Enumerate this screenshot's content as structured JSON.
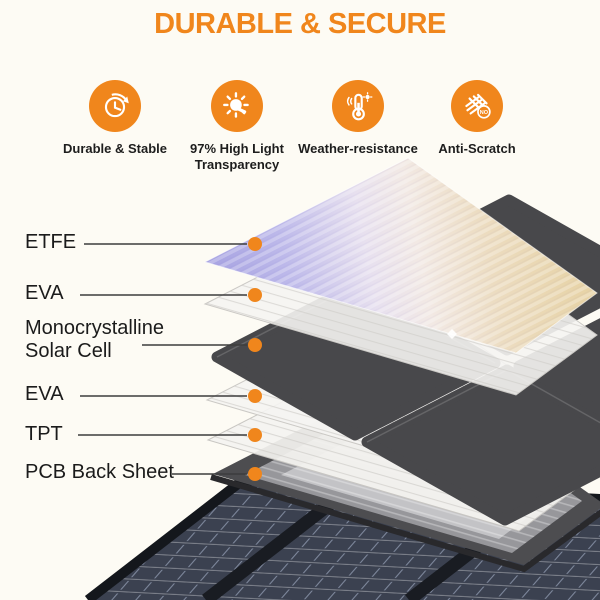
{
  "title": "DURABLE & SECURE",
  "colors": {
    "accent_orange": "#F0861C",
    "background": "#FDFBF4",
    "cell_dark": "#48484B",
    "panel_dark": "#3B4150",
    "etfe_gradient": [
      "#A39FE0",
      "#E7E0EF",
      "#E6D1A0"
    ]
  },
  "features": [
    {
      "label": "Durable & Stable",
      "icon": "clock-durability-icon"
    },
    {
      "label": "97% High Light Transparency",
      "icon": "sun-transparency-icon"
    },
    {
      "label": "Weather-resistance",
      "icon": "thermometer-weather-icon"
    },
    {
      "label": "Anti-Scratch",
      "icon": "anti-scratch-icon",
      "badge": "NO"
    }
  ],
  "layers": [
    {
      "label": "ETFE"
    },
    {
      "label": "EVA"
    },
    {
      "label": "Monocrystalline Solar Cell",
      "line1": "Monocrystalline",
      "line2": "Solar Cell"
    },
    {
      "label": "EVA"
    },
    {
      "label": "TPT"
    },
    {
      "label": "PCB Back Sheet"
    }
  ]
}
